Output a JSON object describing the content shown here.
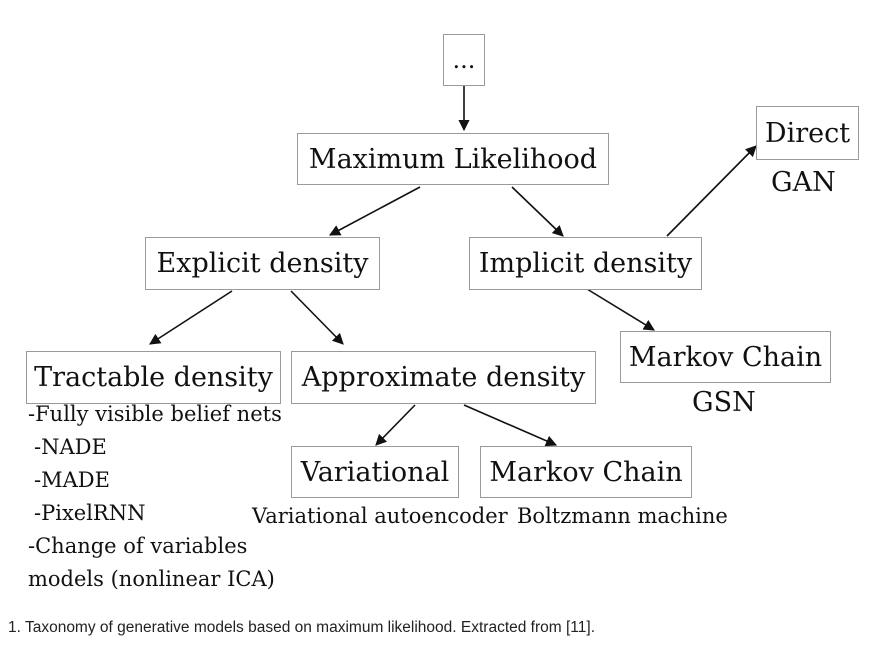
{
  "diagram": {
    "top": "...",
    "root": "Maximum Likelihood",
    "explicit": "Explicit density",
    "implicit": "Implicit density",
    "direct": "Direct",
    "direct_example": "GAN",
    "markov_implicit": "Markov Chain",
    "markov_implicit_example": "GSN",
    "tractable": "Tractable density",
    "tractable_examples": [
      "-Fully visible belief nets",
      "-NADE",
      "-MADE",
      "-PixelRNN",
      "-Change of variables",
      "models (nonlinear ICA)"
    ],
    "approximate": "Approximate density",
    "variational": "Variational",
    "variational_example": "Variational autoencoder",
    "markov_approx": "Markov Chain",
    "markov_approx_example": "Boltzmann machine"
  },
  "caption": "1. Taxonomy of generative models based on maximum likelihood. Extracted from [11]."
}
